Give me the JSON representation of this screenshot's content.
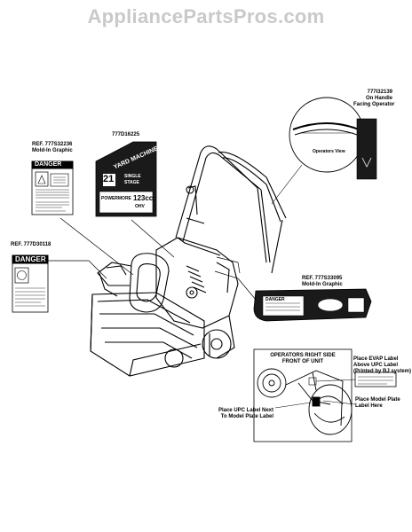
{
  "watermark": "AppliancePartsPros.com",
  "labels": {
    "ref_236": {
      "ref": "REF. 777S32236",
      "desc": "Mold-In Graphic"
    },
    "part_225": {
      "ref": "777D16225"
    },
    "ref_118": {
      "ref": "REF. 777D30118"
    },
    "part_139": {
      "ref": "777I32139",
      "desc1": "On Handle",
      "desc2": "Facing Operator"
    },
    "ref_095": {
      "ref": "REF. 777S33095",
      "desc": "Mold-In Graphic"
    },
    "operators_side": {
      "line1": "OPERATORS RIGHT SIDE",
      "line2": "FRONT OF UNIT"
    },
    "evap": {
      "line1": "Place EVAP Label",
      "line2": "Above UPC Label",
      "line3": "(Printed by BJ system)"
    },
    "model_plate": {
      "line1": "Place Model Plate",
      "line2": "Label Here"
    },
    "upc": {
      "line1": "Place UPC Label Next",
      "line2": "To Model Plate Label"
    }
  },
  "decals": {
    "danger_1": "DANGER",
    "danger_2": "DANGER",
    "danger_3": "DANGER",
    "brand": "YARD MACHINES",
    "model_num": "21",
    "stage": "SINGLE",
    "stage2": "STAGE",
    "engine": "POWERMORE",
    "engine_size": "123cc",
    "engine_unit": "OHV",
    "handle_text": "Operators View"
  },
  "colors": {
    "line": "#000000",
    "decal_dark": "#1a1a1a",
    "watermark": "#c9c9c9"
  }
}
